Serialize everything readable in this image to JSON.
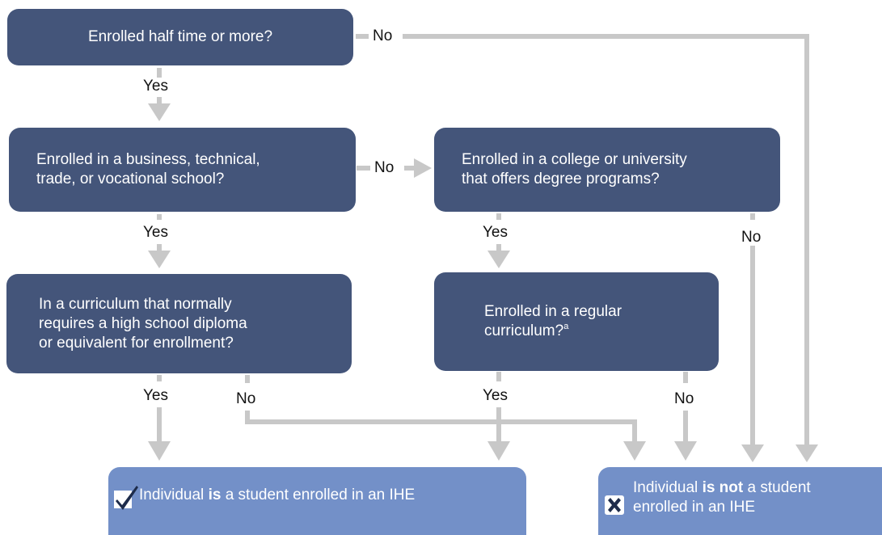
{
  "colors": {
    "decision_box": "#44557a",
    "result_box": "#7390c8",
    "connector": "#c8c8c8",
    "box_text": "#ffffff",
    "label_text": "#111111",
    "icon_dark": "#1d2b4a"
  },
  "decisions": {
    "half_time": "Enrolled half time or more?",
    "vocational": [
      "Enrolled in a business, technical,",
      "trade, or vocational school?"
    ],
    "college": [
      "Enrolled in a college or university",
      "that offers degree programs?"
    ],
    "curriculum_diploma": [
      "In a curriculum that normally",
      "requires a high school diploma",
      "or equivalent for enrollment?"
    ],
    "regular_curriculum": [
      "Enrolled in a regular",
      "curriculum?"
    ],
    "regular_curriculum_footnote": "a"
  },
  "results": {
    "is_student": {
      "pre": "Individual ",
      "bold": "is",
      "post": " a student enrolled in an IHE",
      "icon": "checkmark-icon"
    },
    "not_student": {
      "pre": "Individual ",
      "bold": "is not",
      "post": " a student",
      "line2": "enrolled in an IHE",
      "icon": "x-mark-icon"
    }
  },
  "labels": {
    "yes": "Yes",
    "no": "No"
  }
}
